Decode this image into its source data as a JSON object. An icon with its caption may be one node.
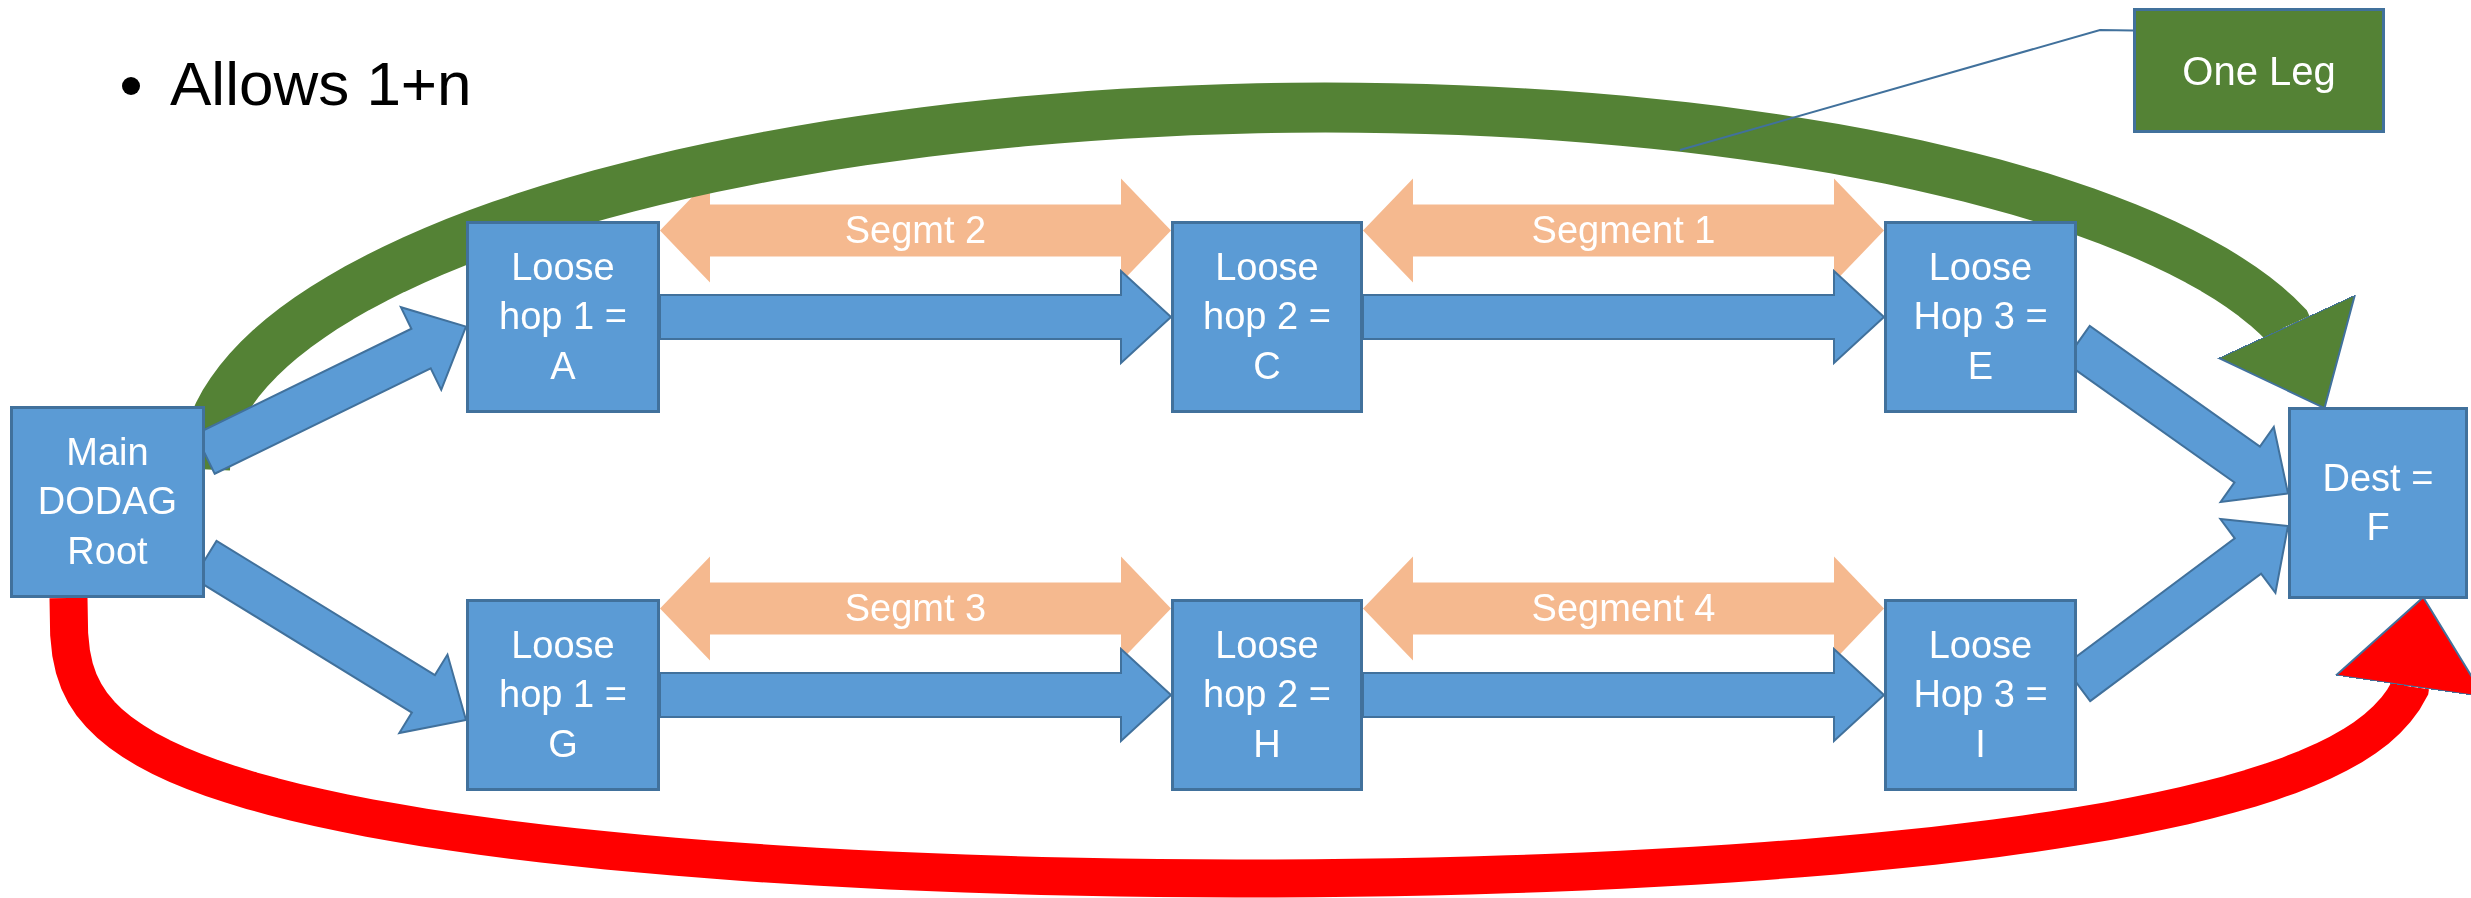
{
  "diagram": {
    "nodes": [
      {
        "text": [
          "One Leg"
        ]
      },
      {
        "text": [
          "Main DODAG Root"
        ]
      },
      {
        "text": [
          "Loose hop 1 = A"
        ]
      },
      {
        "text": [
          "Loose hop 2 = C"
        ]
      },
      {
        "text": [
          "Loose Hop 3 = E"
        ]
      },
      {
        "text": [
          "Dest = F"
        ]
      },
      {
        "text": [
          "Loose hop 1 = G"
        ]
      },
      {
        "text": [
          "Loose hop 2 = H"
        ]
      },
      {
        "text": [
          "Loose Hop 3 = I"
        ]
      }
    ],
    "edges": [
      {
        "from": 2,
        "to": 3,
        "arrow": "both",
        "label": "Segmt 2",
        "color": "#f4b183"
      },
      {
        "from": 3,
        "to": 4,
        "arrow": "both",
        "label": "Segment 1",
        "color": "#f4b183"
      },
      {
        "from": 6,
        "to": 7,
        "arrow": "both",
        "label": "Segmt 3",
        "color": "#f4b183"
      },
      {
        "from": 7,
        "to": 8,
        "arrow": "both",
        "label": "Segment 4",
        "color": "#f4b183"
      },
      {
        "from": 1,
        "to": 2,
        "arrow": "to"
      },
      {
        "from": 2,
        "to": 3,
        "arrow": "to"
      },
      {
        "from": 3,
        "to": 4,
        "arrow": "to"
      },
      {
        "from": 4,
        "to": 5,
        "arrow": "to"
      },
      {
        "from": 1,
        "to": 6,
        "arrow": "to"
      },
      {
        "from": 6,
        "to": 7,
        "arrow": "to"
      },
      {
        "from": 7,
        "to": 8,
        "arrow": "to"
      },
      {
        "from": 8,
        "to": 5,
        "arrow": "to"
      },
      {
        "from": 1,
        "to": 5,
        "arrow": "to",
        "color": "#548235"
      },
      {
        "from": 1,
        "to": 5,
        "arrow": "to",
        "color": "#ff0000"
      },
      {
        "from": 0,
        "to": null,
        "arrow": "none",
        "color": "#41719c"
      }
    ],
    "labels": [
      "Allows 1+n"
    ]
  }
}
